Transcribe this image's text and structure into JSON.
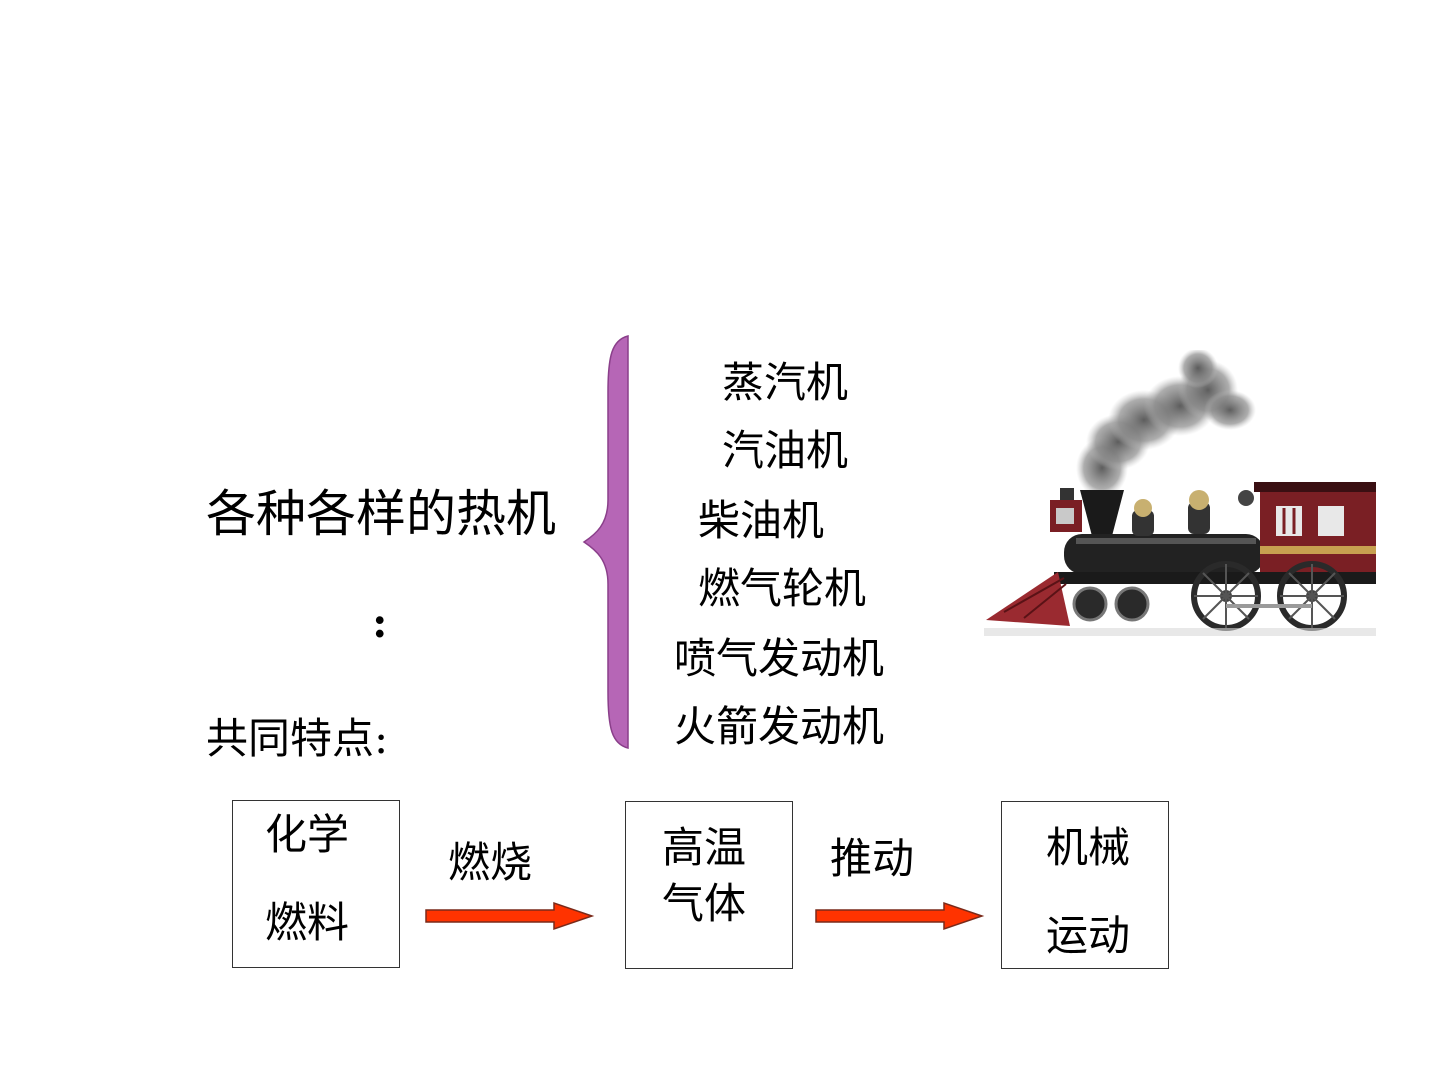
{
  "title": "各种各样的热机",
  "title_colon": ":",
  "common_label": "共同特点:",
  "engines": [
    "蒸汽机",
    "汽油机",
    "柴油机",
    "燃气轮机",
    "喷气发动机",
    "火箭发动机"
  ],
  "flow": {
    "box1": {
      "line1": "化学",
      "line2": "燃料"
    },
    "arrow1_label": "燃烧",
    "box2": {
      "line1": "高温",
      "line2": "气体"
    },
    "arrow2_label": "推动",
    "box3": {
      "line1": "机械",
      "line2": "运动"
    }
  },
  "colors": {
    "brace": "#b666b6",
    "arrow": "#ff3300",
    "arrow_outline": "#7a2a1a"
  },
  "illustration": "steam-locomotive"
}
